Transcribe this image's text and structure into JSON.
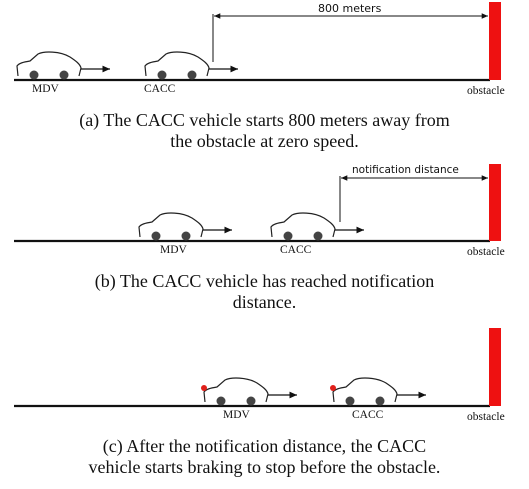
{
  "panels": [
    {
      "vehicle_labels": [
        "MDV",
        "CACC"
      ],
      "obstacle_label": "obstacle",
      "distance_label": "800 meters",
      "braking_lights": false,
      "caption": [
        "(a) The CACC vehicle starts 800 meters away from",
        "the obstacle at zero speed."
      ]
    },
    {
      "vehicle_labels": [
        "MDV",
        "CACC"
      ],
      "obstacle_label": "obstacle",
      "distance_label": "notification distance",
      "braking_lights": false,
      "caption": [
        "(b) The CACC vehicle has reached notification",
        "distance."
      ]
    },
    {
      "vehicle_labels": [
        "MDV",
        "CACC"
      ],
      "obstacle_label": "obstacle",
      "braking_lights": true,
      "caption": [
        "(c) After the notification distance, the CACC",
        "vehicle starts braking to stop before the obstacle."
      ]
    }
  ],
  "colors": {
    "obstacle": "#ee1111",
    "brake_light": "#e0201a",
    "wheel": "#444444",
    "line": "#111111"
  }
}
